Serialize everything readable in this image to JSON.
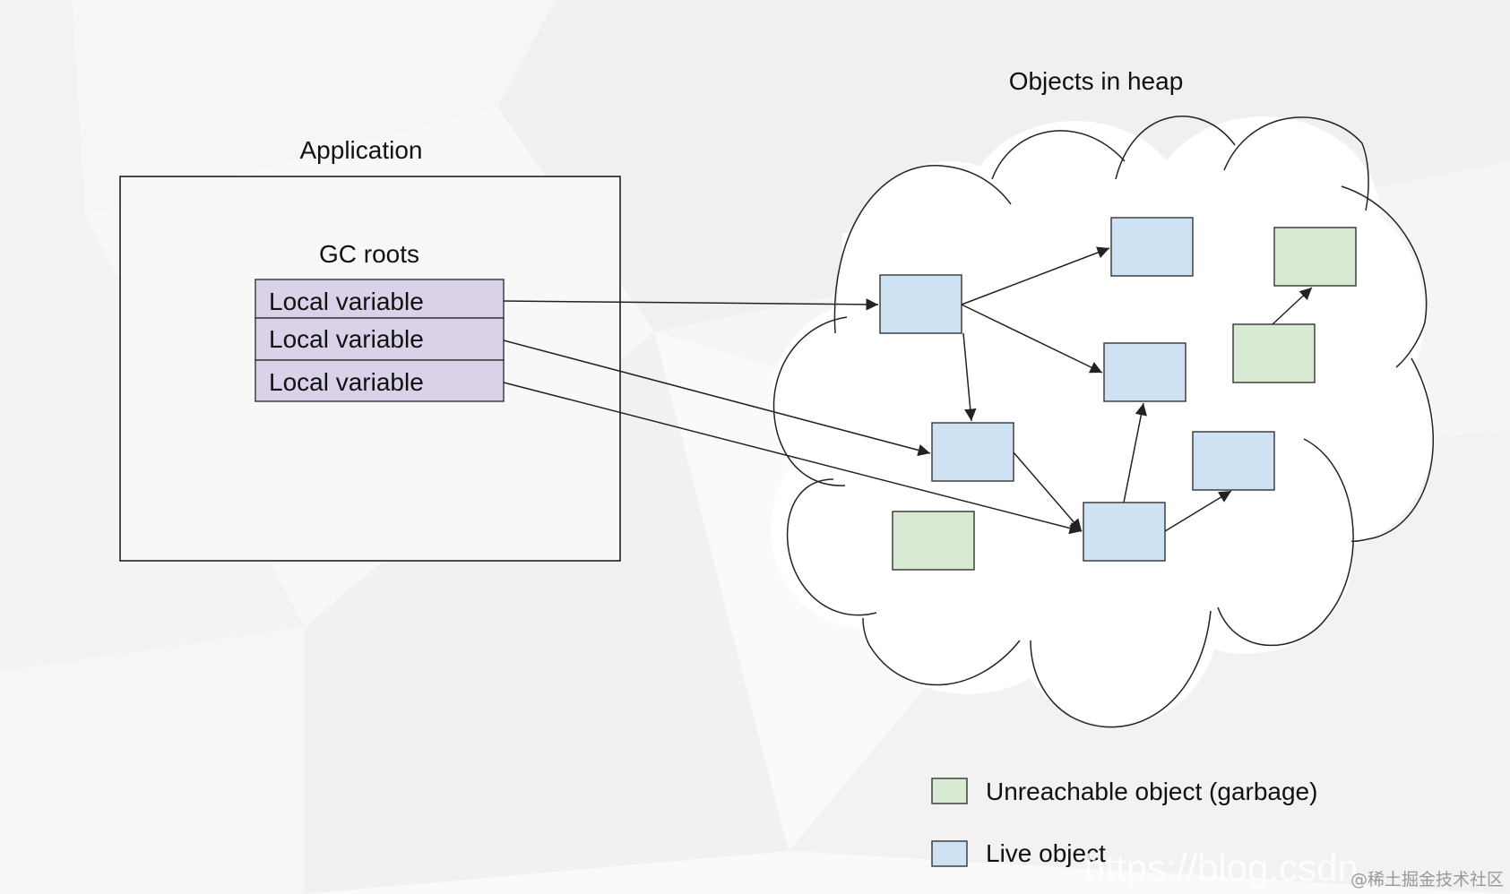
{
  "colors": {
    "background": "#fafafa",
    "garbage_fill": "#d9ead3",
    "live_fill": "#cfe2f3",
    "root_fill": "#d9d2e9",
    "line": "#222222"
  },
  "application": {
    "title": "Application",
    "gc_roots_title": "GC roots",
    "roots": [
      {
        "label": "Local variable"
      },
      {
        "label": "Local variable"
      },
      {
        "label": "Local variable"
      }
    ]
  },
  "heap": {
    "title": "Objects in heap",
    "objects": [
      {
        "id": "A",
        "kind": "live"
      },
      {
        "id": "B",
        "kind": "live"
      },
      {
        "id": "C",
        "kind": "live"
      },
      {
        "id": "D",
        "kind": "live"
      },
      {
        "id": "E",
        "kind": "live"
      },
      {
        "id": "F",
        "kind": "live"
      },
      {
        "id": "G1",
        "kind": "garbage"
      },
      {
        "id": "G2",
        "kind": "garbage"
      },
      {
        "id": "G3",
        "kind": "garbage"
      }
    ],
    "references": [
      {
        "from": "root-0",
        "to": "A"
      },
      {
        "from": "root-1",
        "to": "D"
      },
      {
        "from": "root-2",
        "to": "E"
      },
      {
        "from": "A",
        "to": "B"
      },
      {
        "from": "A",
        "to": "C"
      },
      {
        "from": "A",
        "to": "D"
      },
      {
        "from": "D",
        "to": "E"
      },
      {
        "from": "E",
        "to": "C"
      },
      {
        "from": "E",
        "to": "F"
      },
      {
        "from": "G2",
        "to": "G1"
      }
    ]
  },
  "legend": {
    "garbage_label": "Unreachable object (garbage)",
    "live_label": "Live object"
  },
  "watermarks": {
    "url": "https://blog.csdn.",
    "site": "@稀土掘金技术社区"
  }
}
